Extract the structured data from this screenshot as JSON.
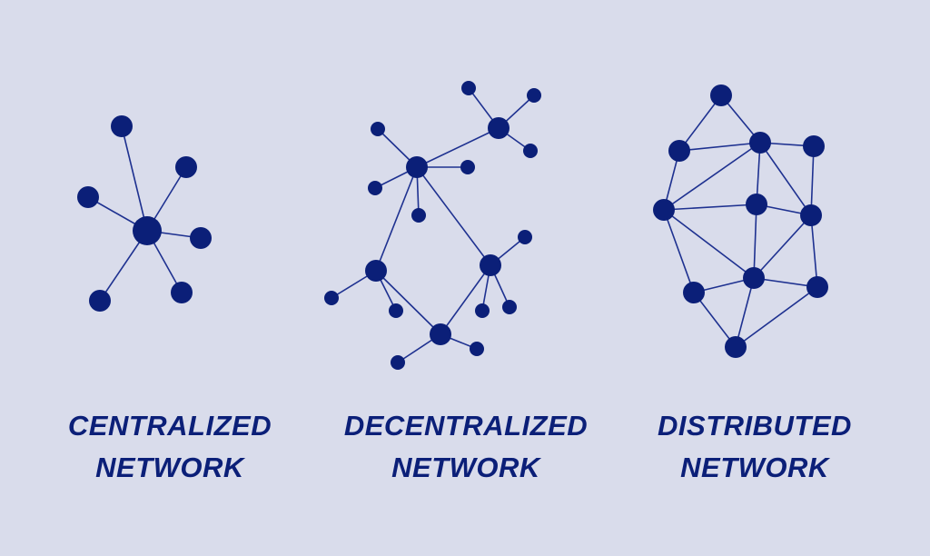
{
  "colors": {
    "background": "#d9dceb",
    "node": "#0b1f78",
    "edge": "#1e3190",
    "caption": "#0b1f78"
  },
  "diagrams": [
    {
      "id": "centralized",
      "caption_line1": "CENTRALIZED",
      "caption_line2": "NETWORK"
    },
    {
      "id": "decentralized",
      "caption_line1": "DECENTRALIZED",
      "caption_line2": "NETWORK"
    },
    {
      "id": "distributed",
      "caption_line1": "DISTRIBUTED",
      "caption_line2": "NETWORK"
    }
  ]
}
